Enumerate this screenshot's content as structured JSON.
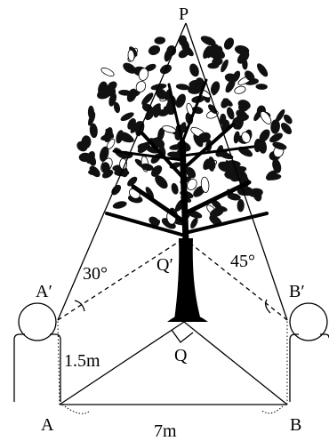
{
  "diagram": {
    "points": {
      "P": "P",
      "A_prime": "A′",
      "B_prime": "B′",
      "Q_prime": "Q′",
      "Q": "Q",
      "A": "A",
      "B": "B"
    },
    "angles": {
      "at_A_prime": "30°",
      "at_B_prime": "45°"
    },
    "measurements": {
      "observer_height": "1.5m",
      "ground_AB": "7m"
    },
    "colors": {
      "ink": "#000000",
      "background": "#ffffff"
    },
    "icons": [
      "tree-icon",
      "observer-icon"
    ]
  }
}
